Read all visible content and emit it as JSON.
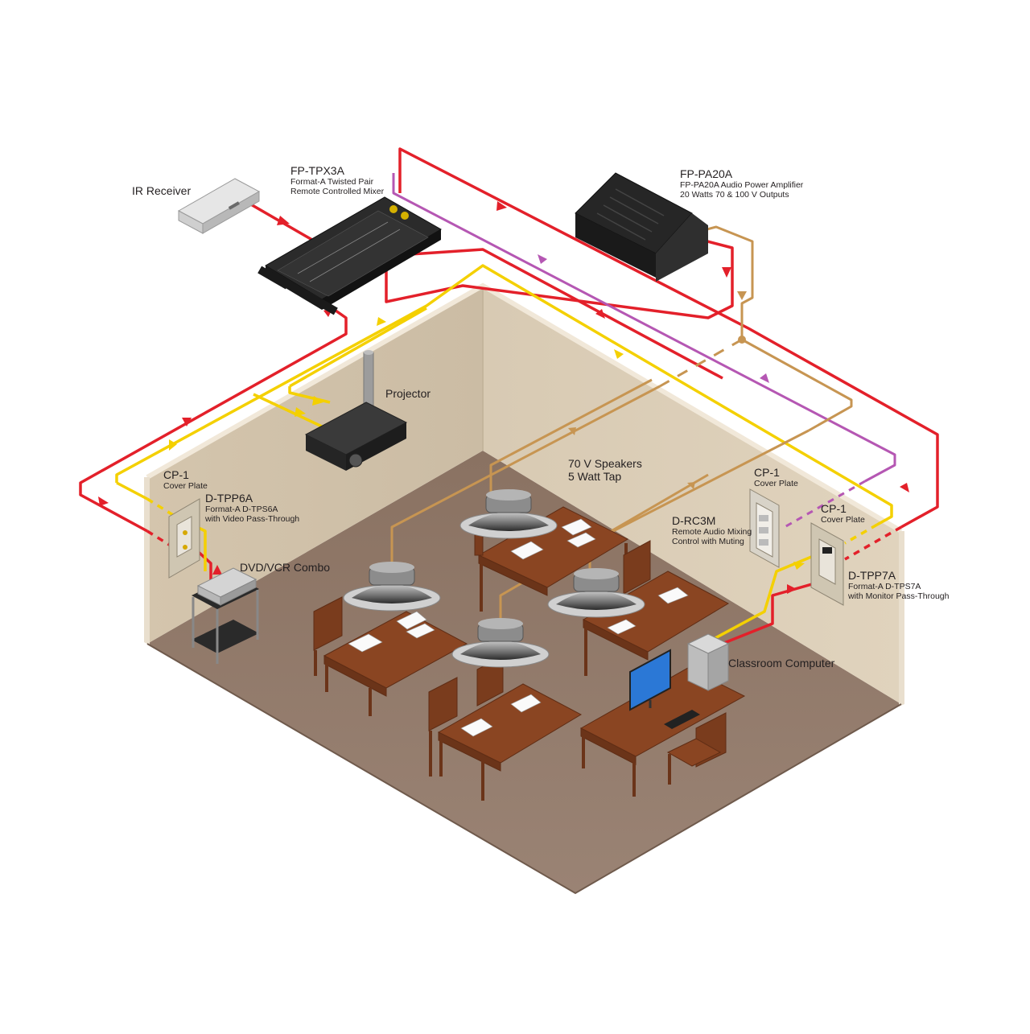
{
  "colors": {
    "background": "#ffffff",
    "floor": "#8f7868",
    "wall": "#d9cbb4",
    "wall_edge": "#efe6d6",
    "table": "#8a4522",
    "control_cable": "#e3202a",
    "video_cable": "#f4d000",
    "speaker_cable": "#c79552",
    "mix_cable": "#b557b3"
  },
  "labels": {
    "ir_receiver": {
      "title": "IR Receiver"
    },
    "fp_tpx3a": {
      "title": "FP-TPX3A",
      "line1": "Format-A Twisted Pair",
      "line2": "Remote Controlled Mixer"
    },
    "fp_pa20a": {
      "title": "FP-PA20A",
      "line1": "FP-PA20A Audio Power Amplifier",
      "line2": "20 Watts 70 & 100 V Outputs"
    },
    "projector": {
      "title": "Projector"
    },
    "speakers": {
      "line1": "70 V Speakers",
      "line2": "5 Watt Tap"
    },
    "cp1_left": {
      "title": "CP-1",
      "line1": "Cover Plate"
    },
    "d_tpp6a": {
      "title": "D-TPP6A",
      "line1": "Format-A D-TPS6A",
      "line2": "with Video Pass-Through"
    },
    "dvd_vcr": {
      "title": "DVD/VCR Combo"
    },
    "cp1_mid": {
      "title": "CP-1",
      "line1": "Cover Plate"
    },
    "d_rc3m": {
      "title": "D-RC3M",
      "line1": "Remote Audio Mixing",
      "line2": "Control with Muting"
    },
    "cp1_right": {
      "title": "CP-1",
      "line1": "Cover Plate"
    },
    "d_tpp7a": {
      "title": "D-TPP7A",
      "line1": "Format-A D-TPS7A",
      "line2": "with Monitor Pass-Through"
    },
    "classroom_computer": {
      "title": "Classroom Computer"
    }
  }
}
